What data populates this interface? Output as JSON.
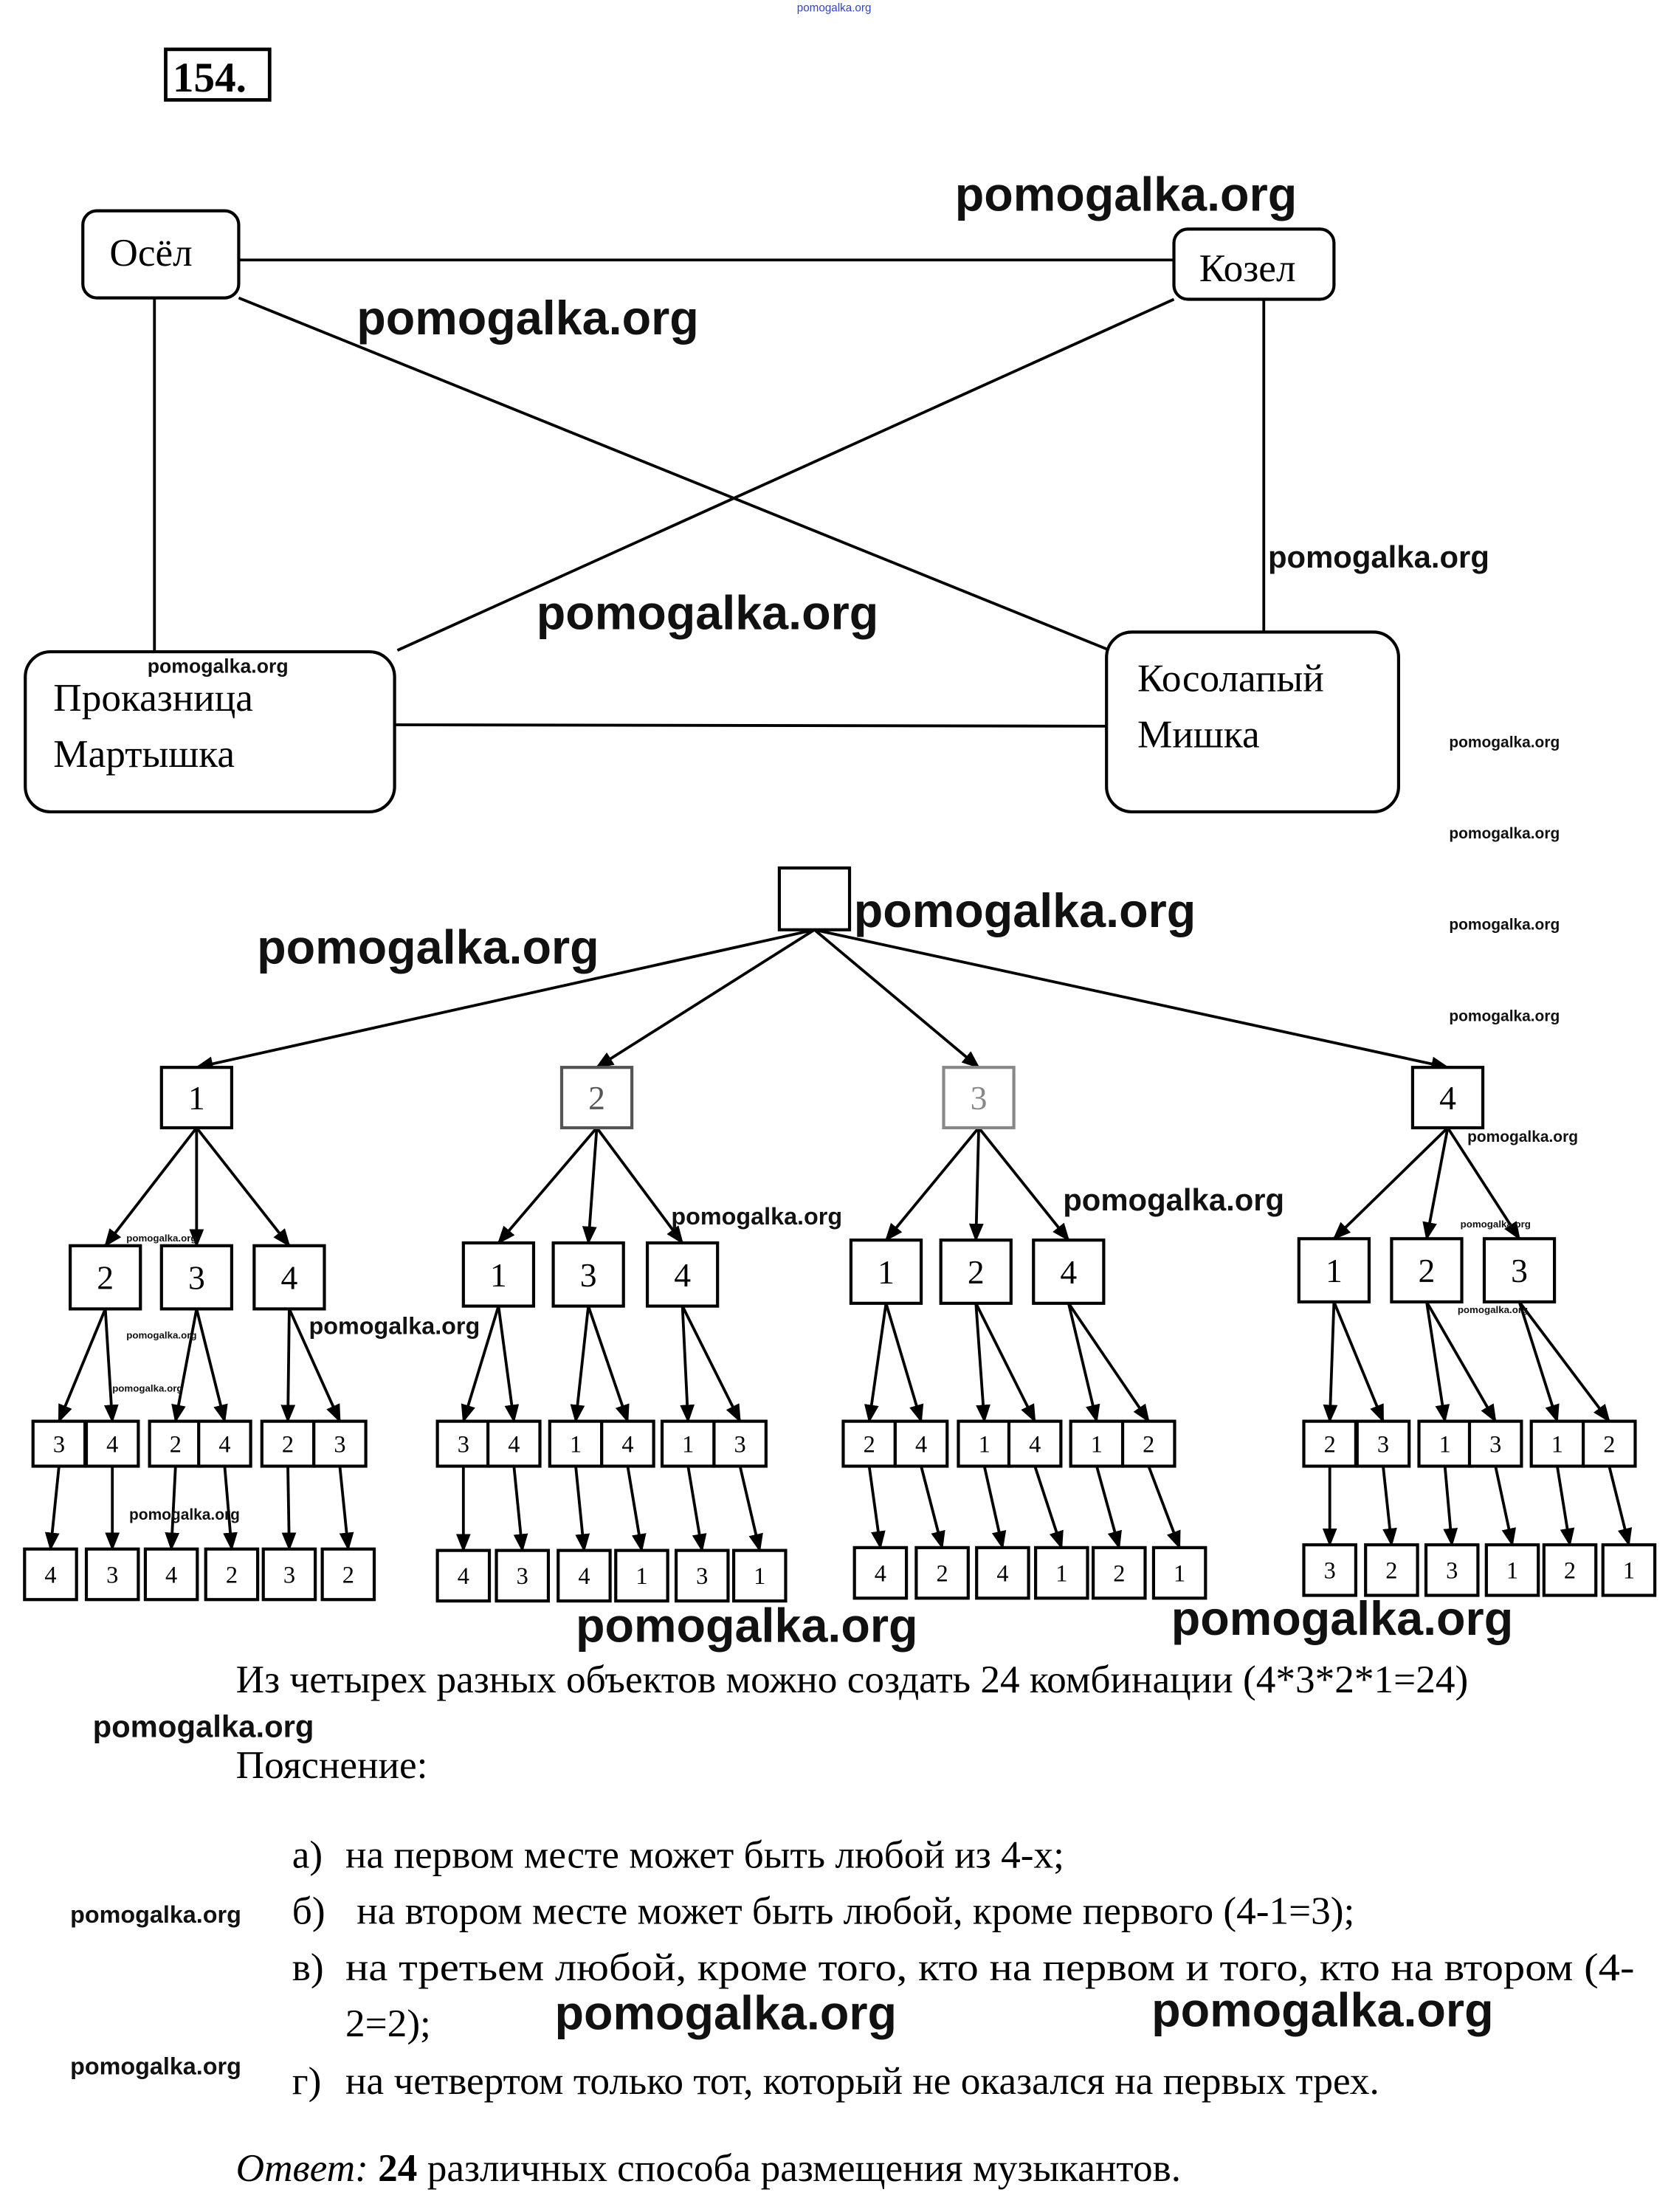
{
  "problem_number": "154.",
  "top_watermark": "pomogalka.org",
  "watermark": "pomogalka.org",
  "graph": {
    "nodes": {
      "donkey": "Осёл",
      "goat": "Козел",
      "monkey_line1": "Проказница",
      "monkey_line2": "Мартышка",
      "bear_line1": "Косолапый",
      "bear_line2": "Мишка"
    }
  },
  "tree": {
    "root": "",
    "branches": [
      {
        "label": "1",
        "children": [
          {
            "label": "2",
            "pairs": [
              [
                "3",
                "4"
              ],
              [
                "4",
                "3"
              ]
            ]
          },
          {
            "label": "3",
            "pairs": [
              [
                "2",
                "4"
              ],
              [
                "4",
                "2"
              ]
            ]
          },
          {
            "label": "4",
            "pairs": [
              [
                "2",
                "3"
              ],
              [
                "3",
                "2"
              ]
            ]
          }
        ]
      },
      {
        "label": "2",
        "children": [
          {
            "label": "1",
            "pairs": [
              [
                "3",
                "4"
              ],
              [
                "4",
                "3"
              ]
            ]
          },
          {
            "label": "3",
            "pairs": [
              [
                "1",
                "4"
              ],
              [
                "4",
                "1"
              ]
            ]
          },
          {
            "label": "4",
            "pairs": [
              [
                "1",
                "3"
              ],
              [
                "3",
                "1"
              ]
            ]
          }
        ]
      },
      {
        "label": "3",
        "children": [
          {
            "label": "1",
            "pairs": [
              [
                "2",
                "4"
              ],
              [
                "4",
                "2"
              ]
            ]
          },
          {
            "label": "2",
            "pairs": [
              [
                "1",
                "4"
              ],
              [
                "4",
                "1"
              ]
            ]
          },
          {
            "label": "4",
            "pairs": [
              [
                "1",
                "2"
              ],
              [
                "2",
                "1"
              ]
            ]
          }
        ]
      },
      {
        "label": "4",
        "children": [
          {
            "label": "1",
            "pairs": [
              [
                "2",
                "3"
              ],
              [
                "3",
                "2"
              ]
            ]
          },
          {
            "label": "2",
            "pairs": [
              [
                "1",
                "3"
              ],
              [
                "3",
                "1"
              ]
            ]
          },
          {
            "label": "3",
            "pairs": [
              [
                "1",
                "2"
              ],
              [
                "2",
                "1"
              ]
            ]
          }
        ]
      }
    ]
  },
  "text": {
    "summary": "Из четырех разных объектов можно создать 24 комбинации (4*3*2*1=24)",
    "explanation_heading": "Пояснение:",
    "items": [
      {
        "marker": "а)",
        "text": "на первом месте может быть любой из 4-х;"
      },
      {
        "marker": "б)",
        "text": "на втором месте может быть любой, кроме первого (4-1=3);"
      },
      {
        "marker": "в)",
        "text": "на третьем любой, кроме того, кто на первом и того, кто на втором (4-",
        "continuation": "2=2);"
      },
      {
        "marker": "г)",
        "text": "на четвертом только тот, который не оказался на первых трех."
      }
    ],
    "answer_label": "Ответ:",
    "answer_number": "24",
    "answer_text": "различных способа  размещения музыкантов."
  }
}
